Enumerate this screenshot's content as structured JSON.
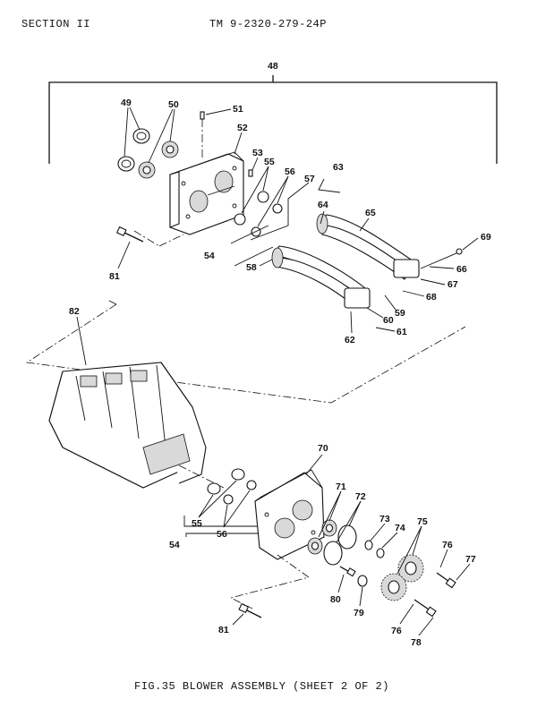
{
  "header": {
    "section": "SECTION II",
    "manual": "TM 9-2320-279-24P"
  },
  "caption": "FIG.35 BLOWER ASSEMBLY (SHEET 2 OF 2)",
  "callouts": {
    "c48": "48",
    "c49": "49",
    "c50": "50",
    "c51": "51",
    "c52": "52",
    "c53": "53",
    "c54a": "54",
    "c55a": "55",
    "c56a": "56",
    "c57": "57",
    "c58": "58",
    "c59": "59",
    "c60": "60",
    "c61": "61",
    "c62": "62",
    "c63": "63",
    "c64": "64",
    "c65": "65",
    "c66": "66",
    "c67": "67",
    "c68": "68",
    "c69": "69",
    "c70": "70",
    "c71": "71",
    "c72": "72",
    "c73": "73",
    "c74": "74",
    "c75": "75",
    "c76a": "76",
    "c76b": "76",
    "c77": "77",
    "c78": "78",
    "c79": "79",
    "c80": "80",
    "c81a": "81",
    "c81b": "81",
    "c82": "82",
    "c54b": "54",
    "c55b": "55",
    "c56b": "56"
  }
}
